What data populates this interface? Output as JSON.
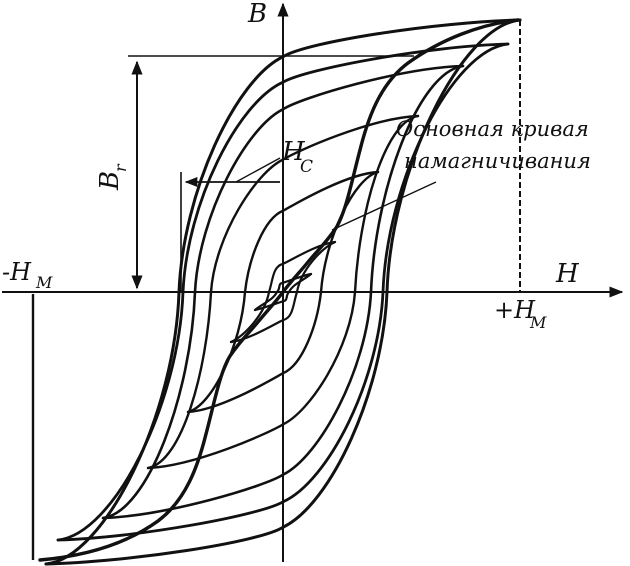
{
  "labels": {
    "b_axis": "B",
    "h_axis": "H",
    "br": "B",
    "br_sub": "r",
    "hc": "H",
    "hc_sub": "C",
    "neg_hm": "-H",
    "neg_hm_sub": "M",
    "pos_hm": "+H",
    "pos_hm_sub": "M",
    "annotation_line1": "Основная кривая",
    "annotation_line2": "намагничивания"
  },
  "colors": {
    "ink": "#111111",
    "paper": "#ffffff"
  }
}
